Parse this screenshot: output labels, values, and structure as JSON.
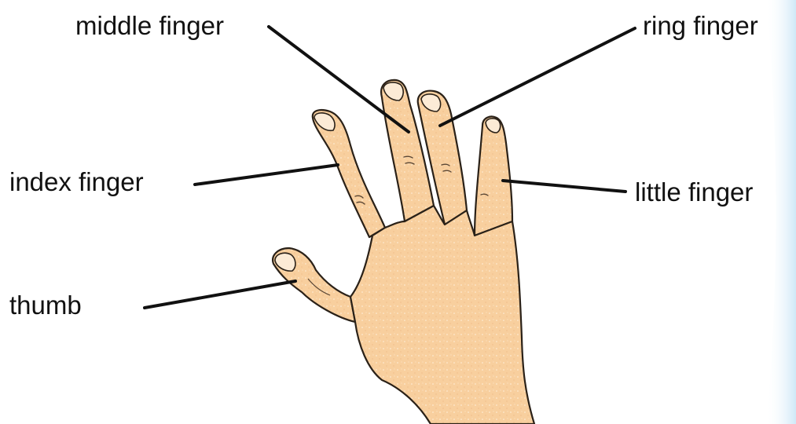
{
  "labels": {
    "middle": "middle finger",
    "ring": "ring finger",
    "index": "index finger",
    "little": "little finger",
    "thumb": "thumb"
  },
  "colors": {
    "skin": "#F8CF9E",
    "skin_shadow": "#E9B47F",
    "outline": "#2a2118",
    "nail": "#FCEBD6",
    "arrow": "#111111",
    "edge_glow": "#CFE8F7"
  }
}
